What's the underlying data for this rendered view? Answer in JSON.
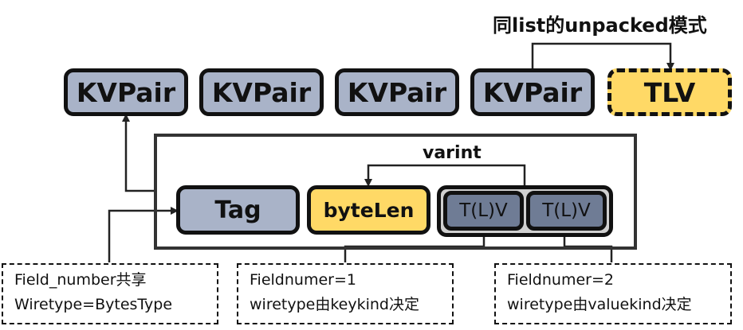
{
  "top_label": "同list的unpacked模式",
  "kv_pairs": [
    "KVPair",
    "KVPair",
    "KVPair",
    "KVPair"
  ],
  "tlv_label": "TLV",
  "varint_label": "varint",
  "tag_label": "Tag",
  "bytelen_label": "byteLen",
  "tlv_items": [
    "T(L)V",
    "T(L)V"
  ],
  "notes": [
    {
      "line1": "Field_number共享",
      "line2": "Wiretype=BytesType"
    },
    {
      "line1": "Fieldnumer=1",
      "line2": "wiretype由keykind决定"
    },
    {
      "line1": "Fieldnumer=2",
      "line2": "wiretype由valuekind决定"
    }
  ]
}
